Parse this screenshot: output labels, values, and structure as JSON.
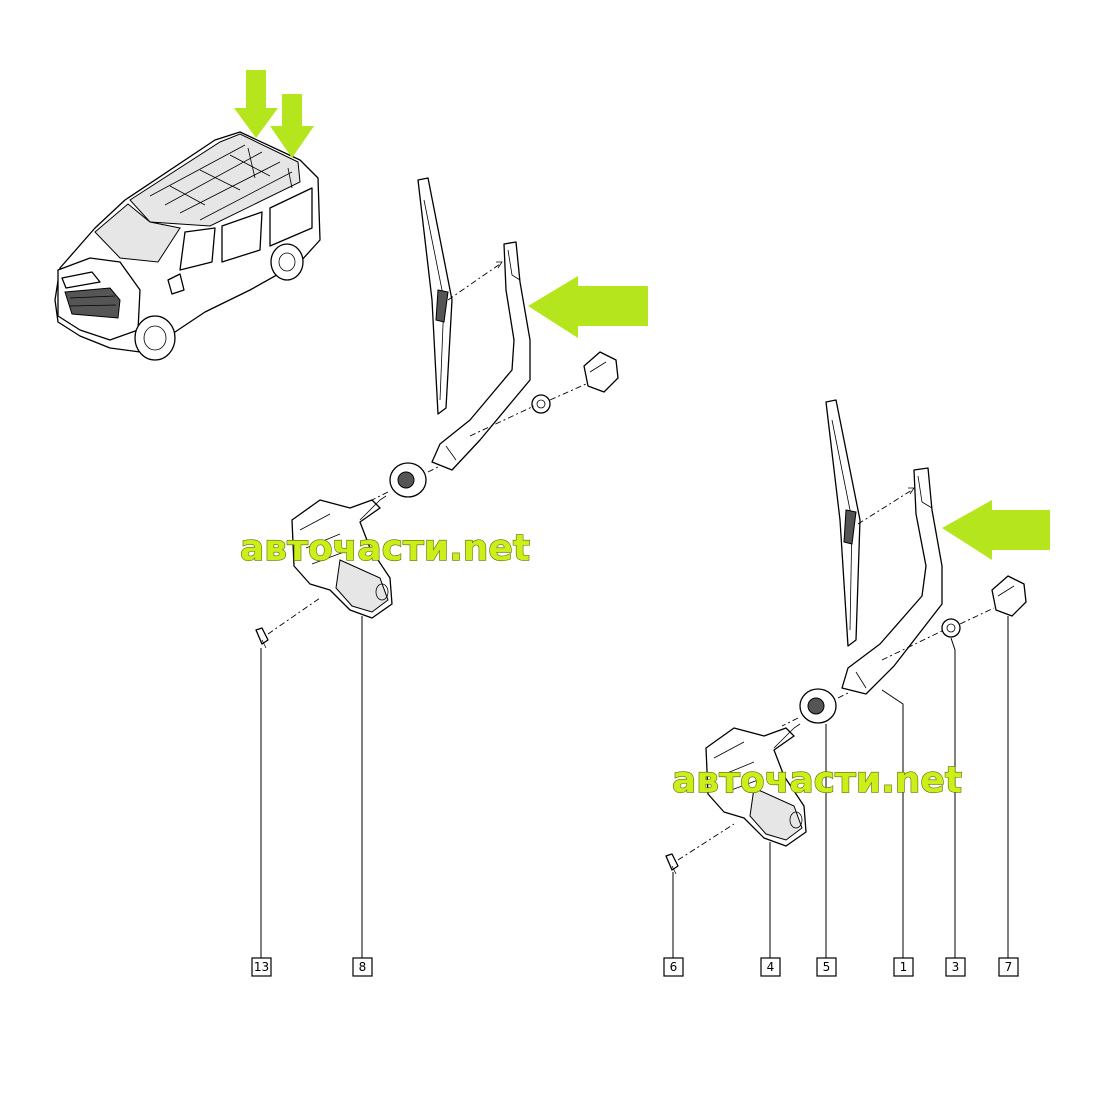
{
  "watermark_text": "авточасти.net",
  "highlight_color": "#b5e61d",
  "part_numbers": {
    "rear_group": [
      "13",
      "8"
    ],
    "front_group": [
      "6",
      "4",
      "5",
      "1",
      "3",
      "7"
    ]
  }
}
